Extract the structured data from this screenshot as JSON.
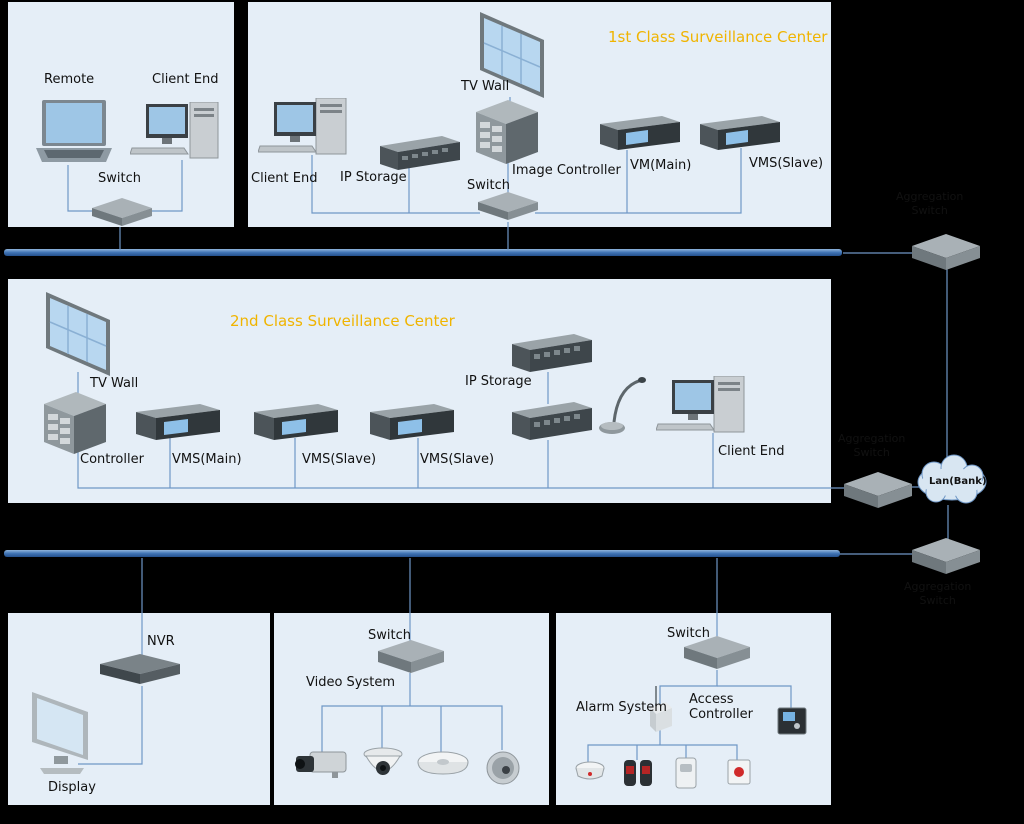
{
  "center1": {
    "title": "1st  Class Surveillance Center",
    "remote": "Remote",
    "client_end_top": "Client End",
    "switch_left": "Switch",
    "tv_wall": "TV Wall",
    "client_end": "Client End",
    "ip_storage": "IP Storage",
    "switch": "Switch",
    "image_controller": "Image Controller",
    "vm_main": "VM(Main)",
    "vms_slave": "VMS(Slave)"
  },
  "center2": {
    "title": "2nd  Class Surveillance Center",
    "tv_wall": "TV Wall",
    "controller": "Controller",
    "vms_main": "VMS(Main)",
    "vms_slave_1": "VMS(Slave)",
    "vms_slave_2": "VMS(Slave)",
    "ip_storage": "IP Storage",
    "client_end": "Client End"
  },
  "network": {
    "aggregation_switch_1": "Aggregation\nSwitch",
    "aggregation_switch_2": "Aggregation\nSwitch",
    "aggregation_switch_3": "Aggregation\nSwitch",
    "lan": "Lan(Bank)"
  },
  "bottom": {
    "nvr": "NVR",
    "display": "Display",
    "switch_video": "Switch",
    "video_system": "Video System",
    "switch_alarm": "Switch",
    "alarm_system": "Alarm System",
    "access_controller": "Access\nController"
  }
}
